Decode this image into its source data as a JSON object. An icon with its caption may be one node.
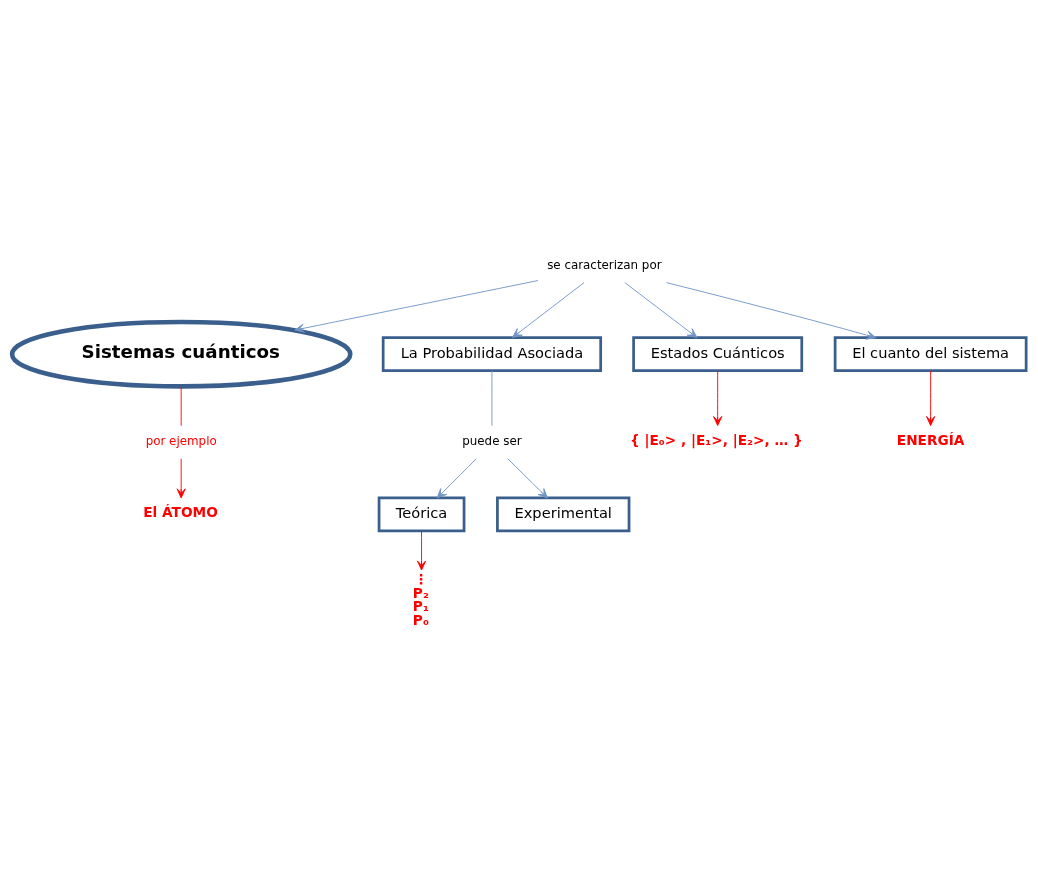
{
  "diagram": {
    "nodes": [
      {
        "text": [
          "Sistemas cuánticos"
        ]
      },
      {
        "text": [
          "se caracterizan por"
        ]
      },
      {
        "text": [
          "La Probabilidad Asociada"
        ]
      },
      {
        "text": [
          "Estados Cuánticos"
        ]
      },
      {
        "text": [
          "El cuanto del sistema"
        ]
      },
      {
        "text": [
          "puede ser"
        ]
      },
      {
        "text": [
          "Teórica"
        ]
      },
      {
        "text": [
          "Experimental"
        ]
      },
      {
        "text": [
          "⋮",
          "P₂",
          "P₁",
          "P₀"
        ]
      },
      {
        "text": [
          "por ejemplo"
        ]
      },
      {
        "text": [
          "El ÁTOMO"
        ]
      },
      {
        "text": [
          "{ |E₀> , |E₁>, |E₂>, … }"
        ]
      },
      {
        "text": [
          "ENERGÍA"
        ]
      }
    ],
    "edges": [
      {
        "from": 1,
        "to": 0,
        "arrow": "to"
      },
      {
        "from": 1,
        "to": 2,
        "arrow": "to"
      },
      {
        "from": 1,
        "to": 3,
        "arrow": "to"
      },
      {
        "from": 1,
        "to": 4,
        "arrow": "to"
      },
      {
        "from": 2,
        "to": 5,
        "arrow": "none"
      },
      {
        "from": 5,
        "to": 6,
        "arrow": "to"
      },
      {
        "from": 5,
        "to": 7,
        "arrow": "to"
      },
      {
        "from": 6,
        "to": 8,
        "arrow": "to",
        "color": "#ff0000"
      },
      {
        "from": 0,
        "to": 9,
        "arrow": "none",
        "color": "#ff0000"
      },
      {
        "from": 9,
        "to": 10,
        "arrow": "to",
        "color": "#ff0000"
      },
      {
        "from": 3,
        "to": 11,
        "arrow": "to",
        "color": "#ff0000"
      },
      {
        "from": 4,
        "to": 12,
        "arrow": "to",
        "color": "#ff0000"
      }
    ]
  }
}
